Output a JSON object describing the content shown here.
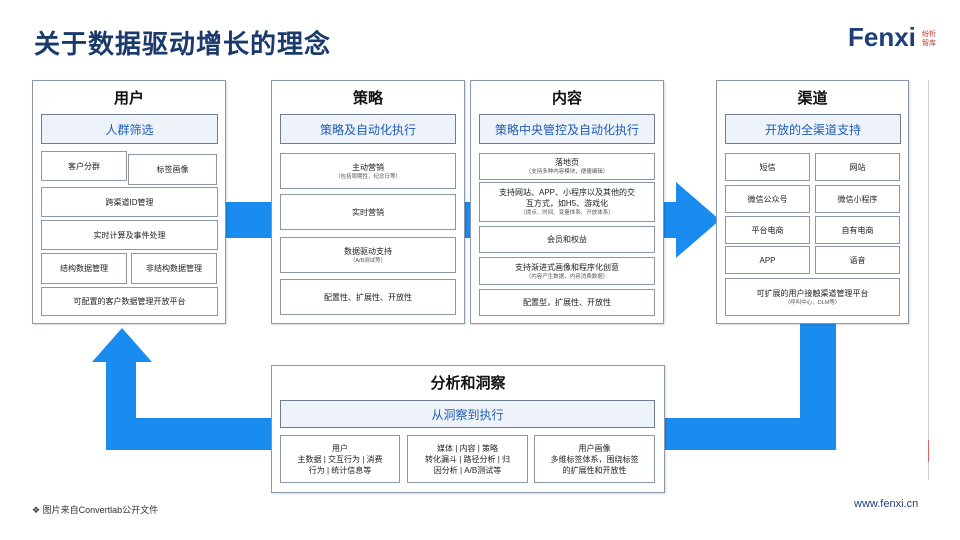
{
  "title": "关于数据驱动增长的理念",
  "logo": {
    "text": "Fenxi",
    "sub_line1": "纷析",
    "sub_line2": "智库"
  },
  "accent_color": "#1a8cf0",
  "user_panel": {
    "title": "用户",
    "header": "人群筛选",
    "items": {
      "customer_group": "客户分群",
      "tag_profile": "标签画像",
      "cross_channel_id": "跨渠道ID管理",
      "realtime": "实时计算及事件处理",
      "structured": "结构数据管理",
      "unstructured": "非结构数据管理",
      "cdp": "可配置的客户数据管理开放平台"
    }
  },
  "strategy_panel": {
    "title": "策略",
    "header": "策略及自动化执行",
    "items": {
      "active_marketing": "主动营销",
      "active_marketing_sub": "（包括周期性，纪念日等）",
      "realtime_marketing": "实时营销",
      "data_driven": "数据驱动支持",
      "data_driven_sub": "（A/B测试等）",
      "config": "配置性、扩展性、开放性"
    }
  },
  "content_panel": {
    "title": "内容",
    "header": "策略中央管控及自动化执行",
    "items": {
      "landing": "落地页",
      "landing_sub": "（支持多种内容模块，便捷编辑）",
      "multi_line1": "支持网站、APP、小程序以及其他的交",
      "multi_line2": "互方式，如H5、游戏化",
      "multi_sub": "（提点、时间、变量体系、开放体系）",
      "membership": "会员和权益",
      "progressive": "支持渐进式画像和程序化创意",
      "progressive_sub": "（内容产生数据，内容消费数据）",
      "config": "配置型，扩展性、开放性"
    }
  },
  "channel_panel": {
    "title": "渠道",
    "header": "开放的全渠道支持",
    "items": {
      "sms": "短信",
      "website": "网站",
      "wechat_oa": "微信公众号",
      "wechat_mini": "微信小程序",
      "platform_ec": "平台电商",
      "own_ec": "自有电商",
      "app": "APP",
      "voice": "语音",
      "extensible": "可扩展的用户接触渠道管理平台",
      "extensible_sub": "（呼叫中心、DLM等）"
    }
  },
  "analysis_panel": {
    "title": "分析和洞察",
    "header": "从洞察到执行",
    "col1_title": "用户",
    "col1_line1": "主数据 | 交互行为 | 消费",
    "col1_line2": "行为 | 统计信息等",
    "col2_line1": "媒体 | 内容 | 策略",
    "col2_line2": "转化漏斗 | 路径分析 | 归",
    "col2_line3": "因分析 | A/B测试等",
    "col3_title": "用户画像",
    "col3_line1": "多维标签体系，围绕标签",
    "col3_line2": "的扩展性和开放性"
  },
  "footer": {
    "note_icon": "diamond-bullet-icon",
    "note_symbol": "❖",
    "note": "图片来自Convertlab公开文件",
    "url": "www.fenxi.cn"
  }
}
